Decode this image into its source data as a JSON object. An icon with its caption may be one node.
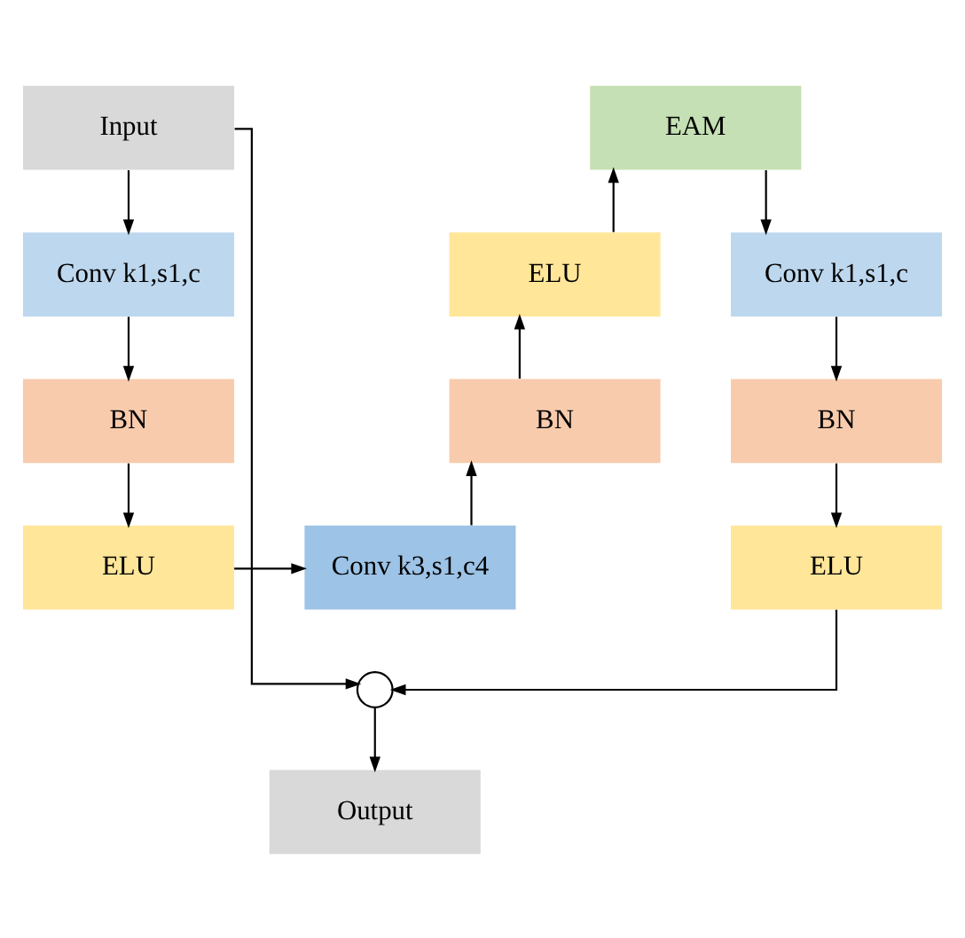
{
  "diagram": {
    "nodes": [
      {
        "text": [
          "Input"
        ]
      },
      {
        "text": [
          "Conv k1,s1,c"
        ]
      },
      {
        "text": [
          "BN"
        ]
      },
      {
        "text": [
          "ELU"
        ]
      },
      {
        "text": [
          "Conv k3,s1,c4"
        ]
      },
      {
        "text": [
          "BN"
        ]
      },
      {
        "text": [
          "ELU"
        ]
      },
      {
        "text": [
          "EAM"
        ]
      },
      {
        "text": [
          "Conv k1,s1,c"
        ]
      },
      {
        "text": [
          "BN"
        ]
      },
      {
        "text": [
          "ELU"
        ]
      },
      {
        "text": [],
        "shape": "circle"
      },
      {
        "text": [
          "Output"
        ]
      }
    ],
    "edges": [
      {
        "from": 0,
        "to": 1,
        "arrow": "to"
      },
      {
        "from": 1,
        "to": 2,
        "arrow": "to"
      },
      {
        "from": 2,
        "to": 3,
        "arrow": "to"
      },
      {
        "from": 3,
        "to": 4,
        "arrow": "to"
      },
      {
        "from": 4,
        "to": 5,
        "arrow": "to"
      },
      {
        "from": 5,
        "to": 6,
        "arrow": "to"
      },
      {
        "from": 6,
        "to": 7,
        "arrow": "to"
      },
      {
        "from": 7,
        "to": 8,
        "arrow": "to"
      },
      {
        "from": 8,
        "to": 9,
        "arrow": "to"
      },
      {
        "from": 9,
        "to": 10,
        "arrow": "to"
      },
      {
        "from": 10,
        "to": 11,
        "arrow": "to"
      },
      {
        "from": 0,
        "to": 11,
        "arrow": "to"
      },
      {
        "from": 11,
        "to": 12,
        "arrow": "to"
      }
    ]
  }
}
